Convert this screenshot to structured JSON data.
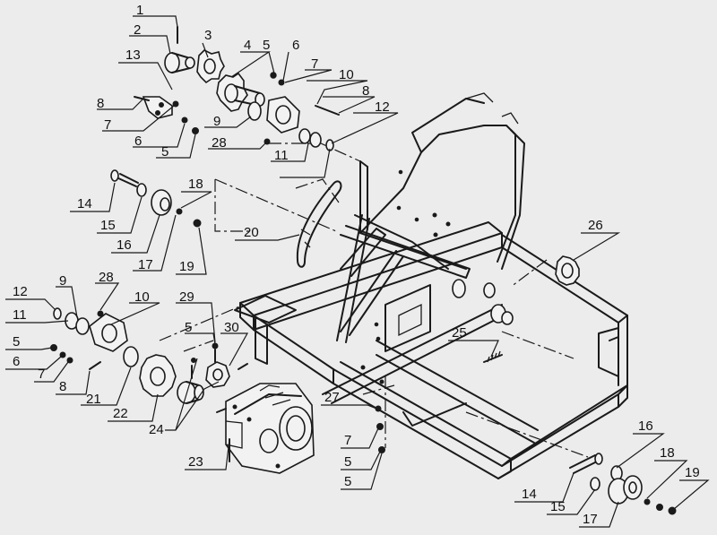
{
  "callouts": [
    {
      "id": "c1",
      "text": "1"
    },
    {
      "id": "c2",
      "text": "2"
    },
    {
      "id": "c3",
      "text": "3"
    },
    {
      "id": "c4",
      "text": "4"
    },
    {
      "id": "c5a",
      "text": "5"
    },
    {
      "id": "c6a",
      "text": "6"
    },
    {
      "id": "c7a",
      "text": "7"
    },
    {
      "id": "c10a",
      "text": "10"
    },
    {
      "id": "c8a",
      "text": "8"
    },
    {
      "id": "c12a",
      "text": "12"
    },
    {
      "id": "c13",
      "text": "13"
    },
    {
      "id": "c8b",
      "text": "8"
    },
    {
      "id": "c7b",
      "text": "7"
    },
    {
      "id": "c6b",
      "text": "6"
    },
    {
      "id": "c5b",
      "text": "5"
    },
    {
      "id": "c9a",
      "text": "9"
    },
    {
      "id": "c28a",
      "text": "28"
    },
    {
      "id": "c11a",
      "text": "11"
    },
    {
      "id": "c14a",
      "text": "14"
    },
    {
      "id": "c15a",
      "text": "15"
    },
    {
      "id": "c16a",
      "text": "16"
    },
    {
      "id": "c17a",
      "text": "17"
    },
    {
      "id": "c18a",
      "text": "18"
    },
    {
      "id": "c19a",
      "text": "19"
    },
    {
      "id": "c20",
      "text": "20"
    },
    {
      "id": "c26",
      "text": "26"
    },
    {
      "id": "c12b",
      "text": "12"
    },
    {
      "id": "c9b",
      "text": "9"
    },
    {
      "id": "c28b",
      "text": "28"
    },
    {
      "id": "c11b",
      "text": "11"
    },
    {
      "id": "c10b",
      "text": "10"
    },
    {
      "id": "c29",
      "text": "29"
    },
    {
      "id": "c5c",
      "text": "5"
    },
    {
      "id": "c30",
      "text": "30"
    },
    {
      "id": "c5d",
      "text": "5"
    },
    {
      "id": "c6c",
      "text": "6"
    },
    {
      "id": "c7c",
      "text": "7"
    },
    {
      "id": "c8c",
      "text": "8"
    },
    {
      "id": "c21",
      "text": "21"
    },
    {
      "id": "c22",
      "text": "22"
    },
    {
      "id": "c24",
      "text": "24"
    },
    {
      "id": "c23",
      "text": "23"
    },
    {
      "id": "c25",
      "text": "25"
    },
    {
      "id": "c27",
      "text": "27"
    },
    {
      "id": "c7d",
      "text": "7"
    },
    {
      "id": "c5e",
      "text": "5"
    },
    {
      "id": "c5f",
      "text": "5"
    },
    {
      "id": "c16b",
      "text": "16"
    },
    {
      "id": "c18b",
      "text": "18"
    },
    {
      "id": "c19b",
      "text": "19"
    },
    {
      "id": "c14b",
      "text": "14"
    },
    {
      "id": "c15b",
      "text": "15"
    },
    {
      "id": "c17b",
      "text": "17"
    }
  ]
}
